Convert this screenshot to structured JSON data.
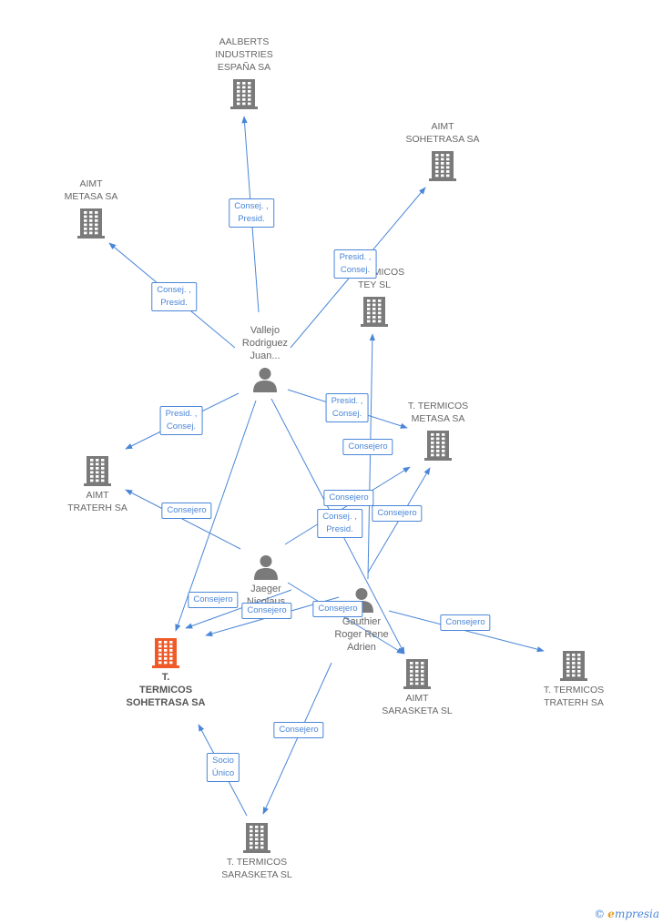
{
  "nodes": [
    {
      "id": "aalberts",
      "type": "company",
      "lines": [
        "AALBERTS",
        "INDUSTRIES",
        "ESPAÑA SA"
      ],
      "label_pos": "above"
    },
    {
      "id": "aimt-sohetrasa",
      "type": "company",
      "lines": [
        "AIMT",
        "SOHETRASA SA"
      ],
      "label_pos": "above"
    },
    {
      "id": "aimt-metasa",
      "type": "company",
      "lines": [
        "AIMT",
        "METASA SA"
      ],
      "label_pos": "above"
    },
    {
      "id": "t-termicos-tey",
      "type": "company",
      "lines": [
        "T. TERMICOS",
        "TEY SL"
      ],
      "label_pos": "above"
    },
    {
      "id": "t-termicos-metasa",
      "type": "company",
      "lines": [
        "T. TERMICOS",
        "METASA SA"
      ],
      "label_pos": "above"
    },
    {
      "id": "aimt-traterh",
      "type": "company",
      "lines": [
        "AIMT",
        "TRATERH SA"
      ],
      "label_pos": "below"
    },
    {
      "id": "t-termicos-sohetrasa",
      "type": "company",
      "main": true,
      "lines": [
        "T.",
        "TERMICOS",
        "SOHETRASA SA"
      ],
      "label_pos": "below"
    },
    {
      "id": "aimt-sarasketa",
      "type": "company",
      "lines": [
        "AIMT",
        "SARASKETA SL"
      ],
      "label_pos": "below"
    },
    {
      "id": "t-termicos-traterh",
      "type": "company",
      "lines": [
        "T. TERMICOS",
        "TRATERH SA"
      ],
      "label_pos": "below"
    },
    {
      "id": "t-termicos-sarasketa",
      "type": "company",
      "lines": [
        "T. TERMICOS",
        "SARASKETA SL"
      ],
      "label_pos": "below"
    },
    {
      "id": "vallejo",
      "type": "person",
      "lines": [
        "Vallejo",
        "Rodriguez",
        "Juan..."
      ],
      "label_pos": "above"
    },
    {
      "id": "jaeger",
      "type": "person",
      "lines": [
        "Jaeger",
        "Nicolaus"
      ],
      "label_pos": "below"
    },
    {
      "id": "gauthier",
      "type": "person",
      "lines": [
        "Gauthier",
        "Roger Rene",
        "Adrien"
      ],
      "label_pos": "below"
    }
  ],
  "edges": [
    {
      "id": "e1",
      "from": "vallejo",
      "to": "aalberts",
      "label": [
        "Consej. ,",
        "Presid."
      ]
    },
    {
      "id": "e2",
      "from": "vallejo",
      "to": "aimt-metasa",
      "label": [
        "Consej. ,",
        "Presid."
      ]
    },
    {
      "id": "e3",
      "from": "vallejo",
      "to": "aimt-sohetrasa",
      "label": [
        "Presid. ,",
        "Consej."
      ]
    },
    {
      "id": "e4",
      "from": "vallejo",
      "to": "aimt-traterh",
      "label": [
        "Presid. ,",
        "Consej."
      ]
    },
    {
      "id": "e5",
      "from": "vallejo",
      "to": "t-termicos-metasa",
      "label": [
        "Presid. ,",
        "Consej."
      ]
    },
    {
      "id": "e6",
      "from": "vallejo",
      "to": "t-termicos-sohetrasa",
      "label": []
    },
    {
      "id": "e7",
      "from": "vallejo",
      "to": "aimt-sarasketa",
      "label": [
        "Consej. ,",
        "Presid."
      ]
    },
    {
      "id": "e8",
      "from": "jaeger",
      "to": "aimt-traterh",
      "label": [
        "Consejero"
      ]
    },
    {
      "id": "e9",
      "from": "jaeger",
      "to": "t-termicos-metasa",
      "label": [
        "Consejero"
      ]
    },
    {
      "id": "e10",
      "from": "jaeger",
      "to": "t-termicos-sohetrasa",
      "label": [
        "Consejero"
      ]
    },
    {
      "id": "e11",
      "from": "jaeger",
      "to": "aimt-sarasketa",
      "label": [
        "Consejero"
      ]
    },
    {
      "id": "e12",
      "from": "gauthier",
      "to": "t-termicos-tey",
      "label": [
        "Consejero"
      ]
    },
    {
      "id": "e13",
      "from": "gauthier",
      "to": "t-termicos-metasa",
      "label": [
        "Consejero"
      ]
    },
    {
      "id": "e14",
      "from": "gauthier",
      "to": "t-termicos-sohetrasa",
      "label": [
        "Consejero"
      ]
    },
    {
      "id": "e15",
      "from": "gauthier",
      "to": "t-termicos-traterh",
      "label": [
        "Consejero"
      ]
    },
    {
      "id": "e16",
      "from": "gauthier",
      "to": "t-termicos-sarasketa",
      "label": [
        "Consejero"
      ]
    },
    {
      "id": "e17",
      "from": "t-termicos-sarasketa",
      "to": "t-termicos-sohetrasa",
      "label": [
        "Socio",
        "Único"
      ]
    }
  ],
  "colors": {
    "edge": "#4a86d8",
    "node_icon": "#7a7a7a",
    "main_icon": "#f05a28",
    "text": "#666666"
  },
  "brand": {
    "copyright": "©",
    "initial": "e",
    "rest": "mpresia"
  }
}
